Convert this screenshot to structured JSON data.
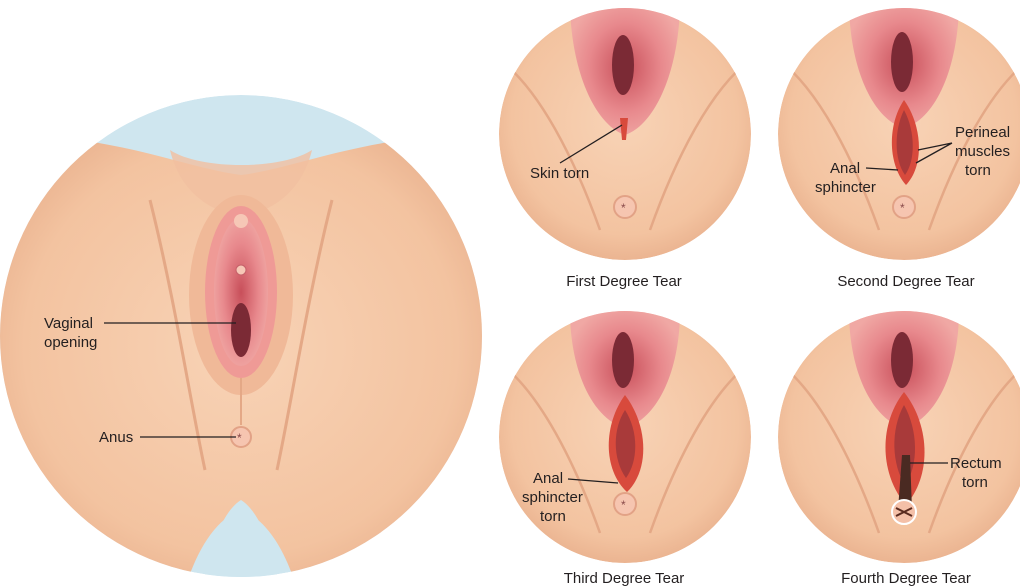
{
  "main_view": {
    "labels": {
      "vaginal_opening": [
        "Vaginal",
        "opening"
      ],
      "anus": "Anus"
    }
  },
  "panels": [
    {
      "caption": "First Degree Tear",
      "labels": [
        [
          "Skin torn"
        ]
      ]
    },
    {
      "caption": "Second Degree Tear",
      "labels": [
        [
          "Anal",
          "sphincter"
        ],
        [
          "Perineal",
          "muscles",
          "torn"
        ]
      ]
    },
    {
      "caption": "Third Degree Tear",
      "labels": [
        [
          "Anal",
          "sphincter",
          "torn"
        ]
      ]
    },
    {
      "caption": "Fourth Degree Tear",
      "labels": [
        [
          "Rectum",
          "torn"
        ]
      ]
    }
  ],
  "colors": {
    "skin": "#f6cbaa",
    "skin_shadow": "#e8ae8a",
    "mucosa": "#e98c8f",
    "mucosa_dark": "#c9575f",
    "tear": "#d84a3c",
    "drape": "#cfe6ef"
  }
}
